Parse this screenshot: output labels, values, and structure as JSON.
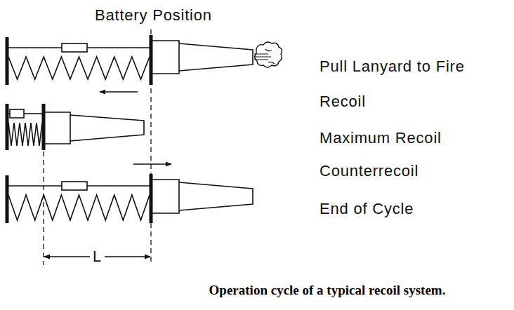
{
  "diagram": {
    "caption": "Operation cycle of a typical recoil system.",
    "labels": [
      "Battery Position",
      "Pull Lanyard to Fire",
      "Recoil",
      "Maximum Recoil",
      "Counterrecoil",
      "End of Cycle",
      "L"
    ]
  }
}
